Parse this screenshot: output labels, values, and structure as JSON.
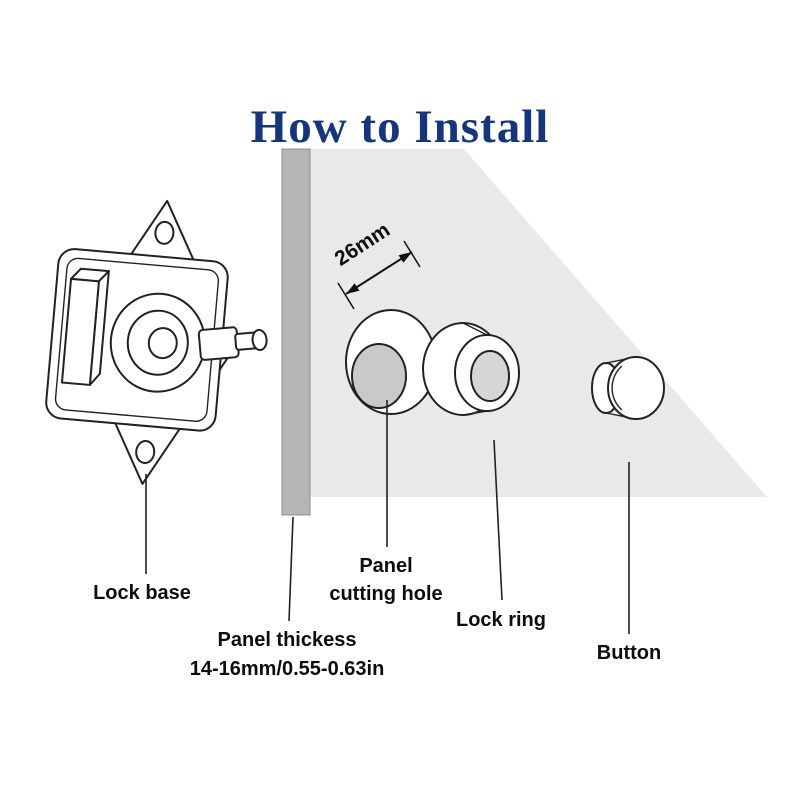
{
  "title": {
    "text": "How to Install"
  },
  "annotations": {
    "hole_diameter": "26mm"
  },
  "labels": {
    "lock_base": "Lock base",
    "panel_thickness": [
      "Panel thickess",
      "14-16mm/0.55-0.63in"
    ],
    "panel_cutting_hole": [
      "Panel",
      "cutting hole"
    ],
    "lock_ring": "Lock ring",
    "button": "Button"
  },
  "colors": {
    "title": "#16357d",
    "panel_strip": "#b5b5b5",
    "shadow_region": "#e9e9e9",
    "hole_interior": "#c9c9c9",
    "ring_hole": "#d6d6d6",
    "outline": "#222222"
  }
}
